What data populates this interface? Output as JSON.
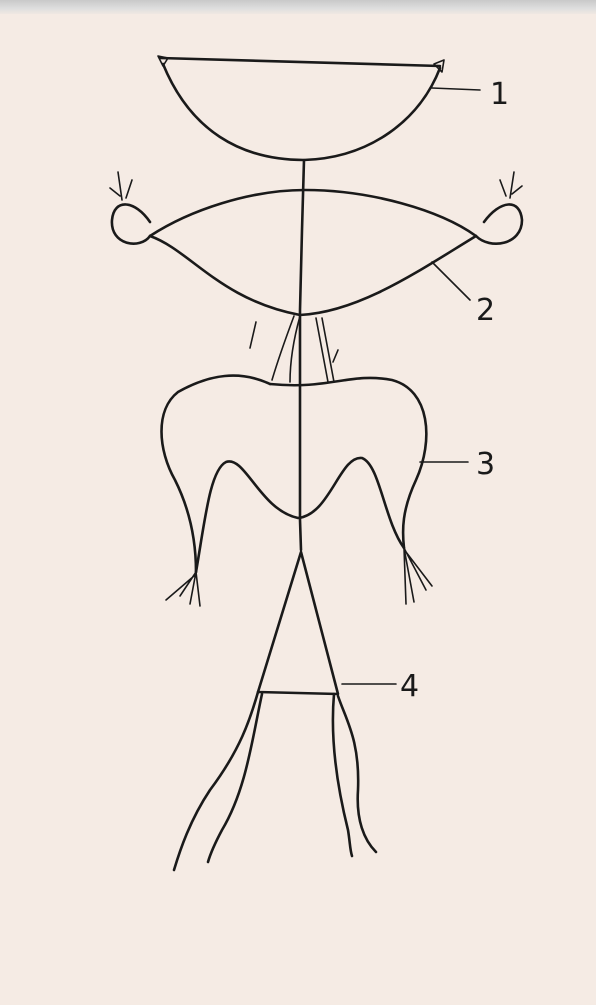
{
  "labels": {
    "one": "1",
    "two": "2",
    "three": "3",
    "four": "4"
  },
  "colors": {
    "paper": "#f5ebe4",
    "ink": "#1a1a1a"
  }
}
